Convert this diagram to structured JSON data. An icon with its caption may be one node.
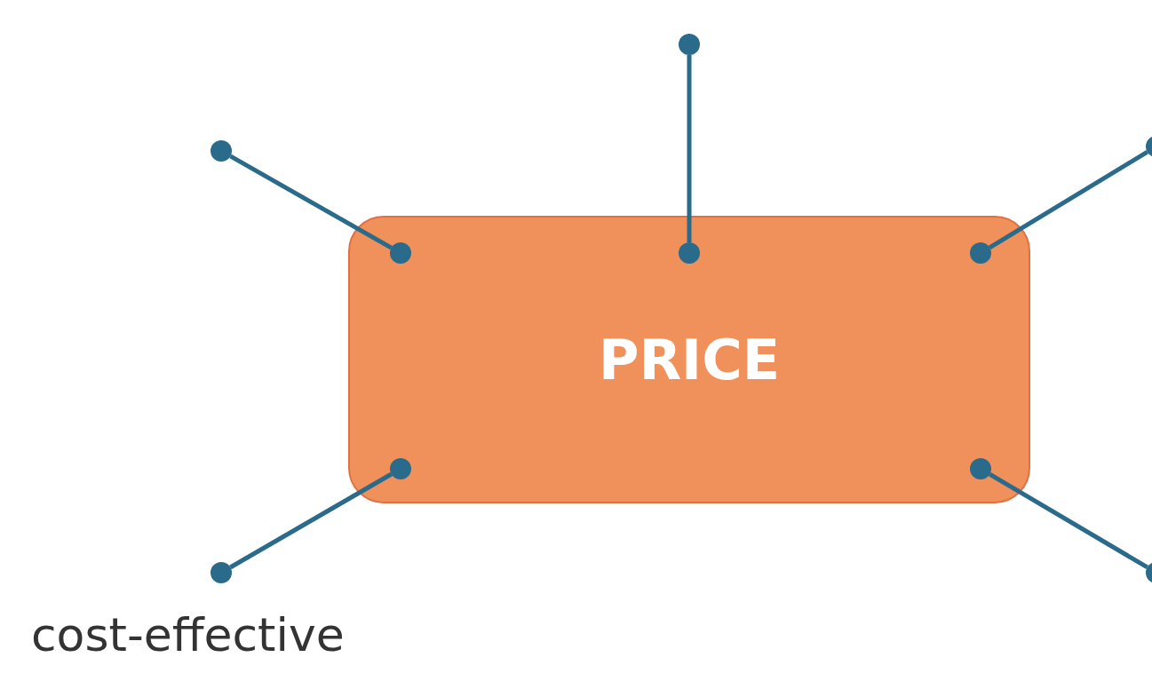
{
  "diagram": {
    "nodes": [
      {
        "text": [
          "PRICE"
        ]
      },
      {
        "text": [],
        "shape": "circle",
        "in": 0
      },
      {
        "text": [],
        "shape": "circle",
        "in": 0
      },
      {
        "text": [],
        "shape": "circle",
        "in": 0
      },
      {
        "text": [],
        "shape": "circle",
        "in": 0
      },
      {
        "text": [],
        "shape": "circle",
        "in": 0
      },
      {
        "text": [],
        "shape": "circle"
      },
      {
        "text": [],
        "shape": "circle"
      },
      {
        "text": [],
        "shape": "circle"
      },
      {
        "text": [],
        "shape": "circle",
        "beside": [
          "cost-effective"
        ]
      },
      {
        "text": [],
        "shape": "circle"
      }
    ],
    "edges": [
      {
        "from": 1,
        "to": 7,
        "arrow": "none"
      },
      {
        "from": 2,
        "to": 6,
        "arrow": "none"
      },
      {
        "from": 3,
        "to": 8,
        "arrow": "none"
      },
      {
        "from": 4,
        "to": 9,
        "arrow": "none"
      },
      {
        "from": 5,
        "to": 10,
        "arrow": "none"
      }
    ]
  }
}
